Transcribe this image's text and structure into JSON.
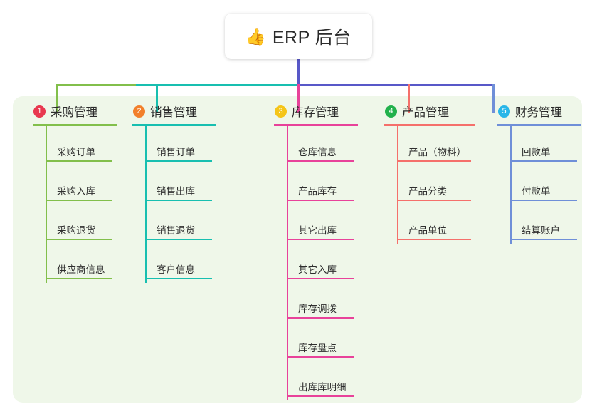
{
  "root": {
    "icon": "thumbs-up-icon",
    "icon_glyph": "👍",
    "title": "ERP 后台"
  },
  "colors": {
    "panel_bg": "#eff7e9",
    "page_bg": "#ffffff",
    "root_stem": "#5858c8",
    "bus_green": "#82bf4b",
    "bus_teal": "#18bfb0",
    "bus_blue": "#5858c8",
    "col1": "#82bf4b",
    "col2": "#18bfb0",
    "col3": "#e8429a",
    "col4": "#f5706b",
    "col5": "#6f8fd8",
    "badge1": "#e8384f",
    "badge2": "#f2802b",
    "badge3": "#f5c518",
    "badge4": "#22b14c",
    "badge5": "#29b6e8"
  },
  "columns": [
    {
      "index": "1",
      "title": "采购管理",
      "badge_color": "#e8384f",
      "line_color": "#82bf4b",
      "items": [
        {
          "label": "采购订单"
        },
        {
          "label": "采购入库"
        },
        {
          "label": "采购退货"
        },
        {
          "label": "供应商信息"
        }
      ]
    },
    {
      "index": "2",
      "title": "销售管理",
      "badge_color": "#f2802b",
      "line_color": "#18bfb0",
      "items": [
        {
          "label": "销售订单"
        },
        {
          "label": "销售出库"
        },
        {
          "label": "销售退货"
        },
        {
          "label": "客户信息"
        }
      ]
    },
    {
      "index": "3",
      "title": "库存管理",
      "badge_color": "#f5c518",
      "line_color": "#e8429a",
      "items": [
        {
          "label": "仓库信息"
        },
        {
          "label": "产品库存"
        },
        {
          "label": "其它出库"
        },
        {
          "label": "其它入库"
        },
        {
          "label": "库存调拨"
        },
        {
          "label": "库存盘点"
        },
        {
          "label": "出库库明细"
        }
      ]
    },
    {
      "index": "4",
      "title": "产品管理",
      "badge_color": "#22b14c",
      "line_color": "#f5706b",
      "items": [
        {
          "label": "产品（物料）"
        },
        {
          "label": "产品分类"
        },
        {
          "label": "产品单位"
        }
      ]
    },
    {
      "index": "5",
      "title": "财务管理",
      "badge_color": "#29b6e8",
      "line_color": "#6f8fd8",
      "items": [
        {
          "label": "回款单"
        },
        {
          "label": "付款单"
        },
        {
          "label": "结算账户"
        }
      ]
    }
  ]
}
